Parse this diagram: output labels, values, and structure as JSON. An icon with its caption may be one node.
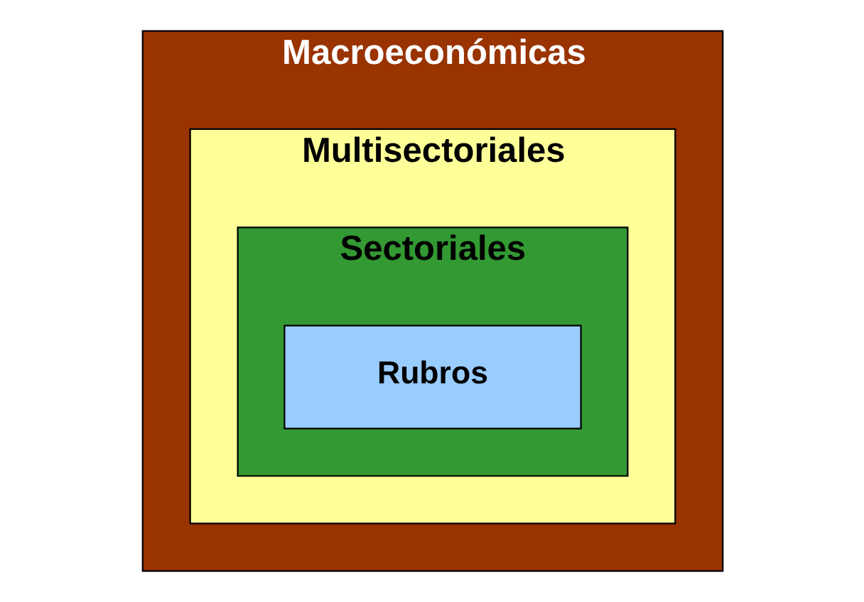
{
  "diagram": {
    "nodes": [
      {
        "text": [
          "Macroeconómicas"
        ]
      },
      {
        "text": [
          "Multisectoriales"
        ],
        "in": 0
      },
      {
        "text": [
          "Sectoriales"
        ],
        "in": 1
      },
      {
        "text": [
          "Rubros"
        ],
        "in": 2
      }
    ]
  }
}
